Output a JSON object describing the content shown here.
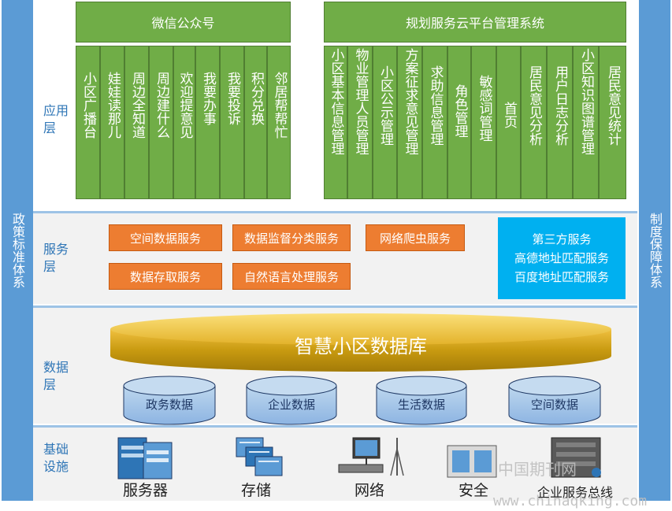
{
  "side": {
    "left": "政策标准体系",
    "right": "制度保障体系"
  },
  "layers": {
    "app": "应用层",
    "service": "服务层",
    "data": "数据层",
    "infra": "基础设施"
  },
  "wechat": {
    "title": "微信公众号",
    "items": [
      "小区广播台",
      "娃娃读那儿",
      "周边全知道",
      "周边建什么",
      "欢迎提意见",
      "我要办事",
      "我要投诉",
      "积分兑换",
      "邻居帮帮忙"
    ]
  },
  "system": {
    "title": "规划服务云平台管理系统",
    "items": [
      "小区基本信息管理",
      "物业管理人员管理",
      "小区公示管理",
      "方案征求意见管理",
      "求助信息管理",
      "角色管理",
      "敏感词管理",
      "首页",
      "居民意见分析",
      "用户日志分析",
      "小区知识图谱管理",
      "居民意见统计"
    ]
  },
  "services": [
    "空间数据服务",
    "数据监督分类服务",
    "网络爬虫服务",
    "数据存取服务",
    "自然语言处理服务"
  ],
  "third_party": {
    "title": "第三方服务",
    "lines": [
      "高德地址匹配服务",
      "百度地址匹配服务"
    ]
  },
  "database": {
    "title": "智慧小区数据库",
    "subs": [
      "政务数据",
      "企业数据",
      "生活数据",
      "空间数据"
    ]
  },
  "infra": [
    "服务器",
    "存储",
    "网络",
    "安全",
    "企业服务总线"
  ],
  "watermark": {
    "cn": "中国期刊网",
    "url": "www.chinaqking.com"
  },
  "colors": {
    "blue": "#5b9bd5",
    "green": "#70ad47",
    "orange": "#ed7d31",
    "cyan": "#00b0f0",
    "gold": "#d4a017"
  }
}
